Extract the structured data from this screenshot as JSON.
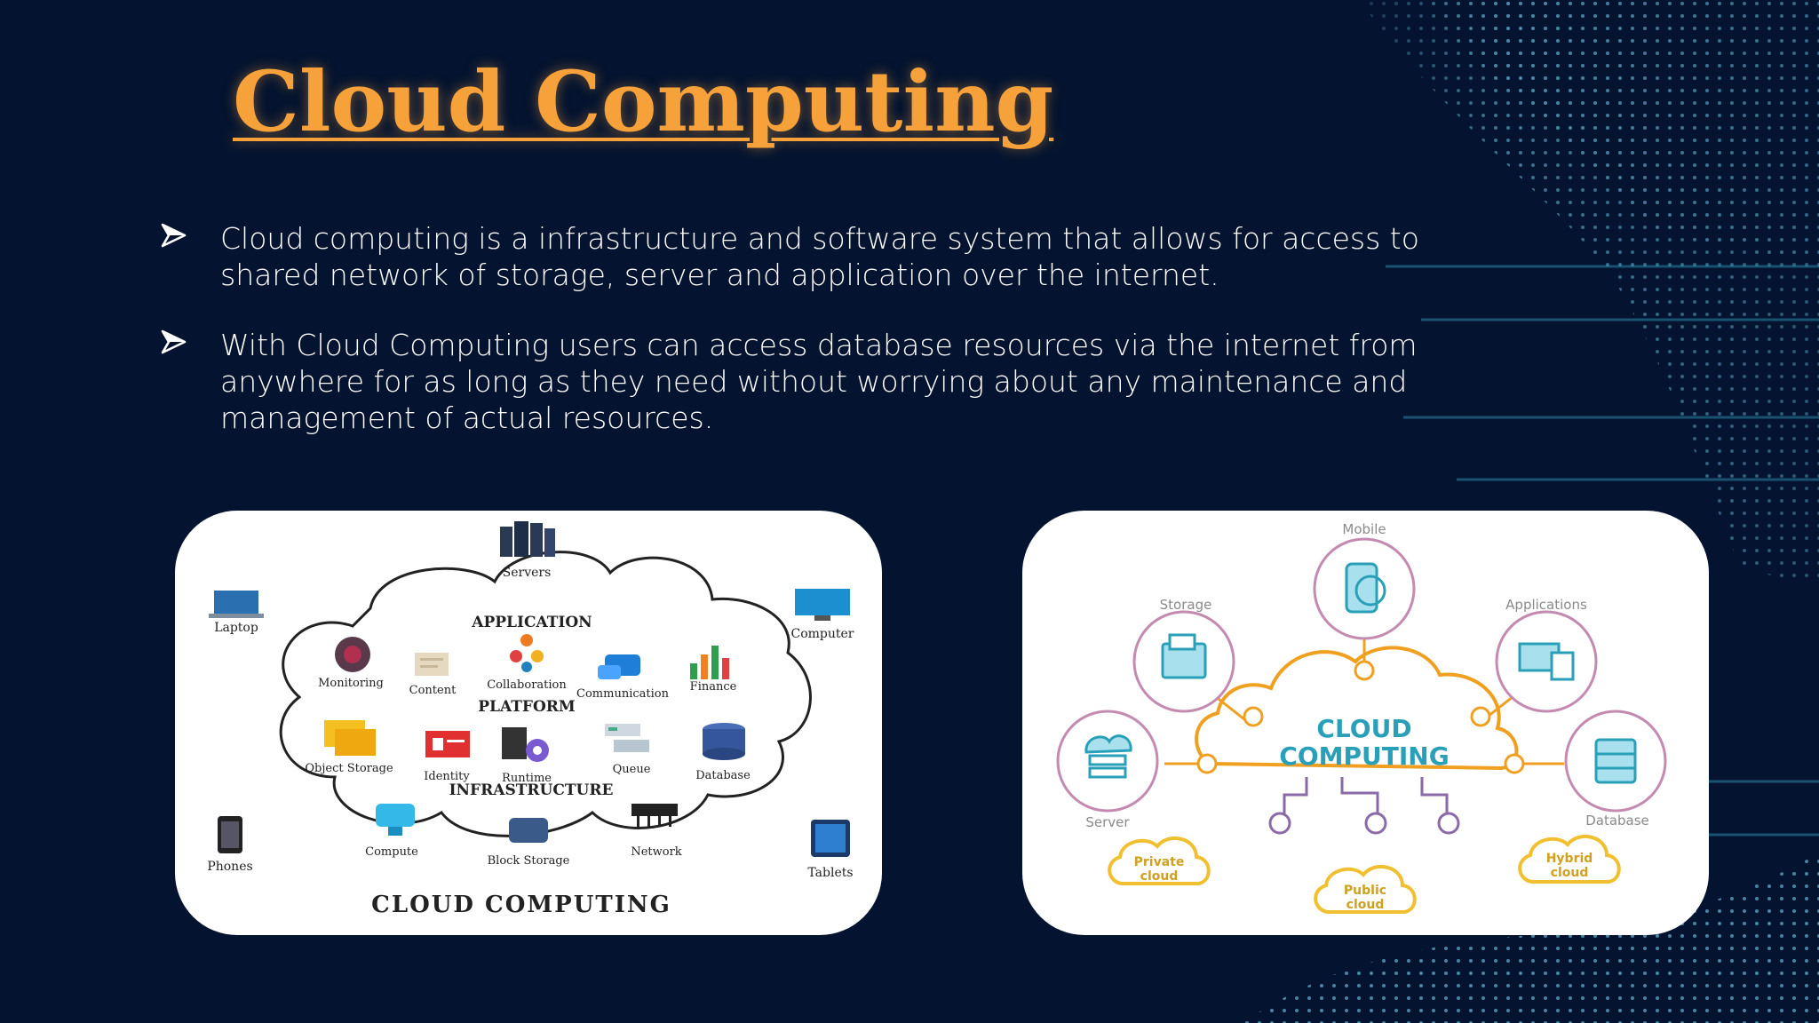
{
  "slide": {
    "title": "Cloud Computing",
    "bullets": [
      "Cloud computing is a infrastructure and software system that allows for access to shared network of storage, server and application over the internet.",
      "With Cloud Computing users can access database resources via the internet from anywhere for as long as they need without worrying about any maintenance and management of actual resources."
    ],
    "colors": {
      "background": "#04132f",
      "title": "#f6a13a",
      "text": "#ffffff",
      "diagram_accent": "#f0a020"
    }
  },
  "left_diagram": {
    "devices": {
      "servers": "Servers",
      "laptop": "Laptop",
      "computer": "Computer",
      "phones": "Phones",
      "tablets": "Tablets"
    },
    "sections": {
      "application": "APPLICATION",
      "platform": "PLATFORM",
      "infrastructure": "INFRASTRUCTURE"
    },
    "items": {
      "monitoring": "Monitoring",
      "content": "Content",
      "collaboration": "Collaboration",
      "communication": "Communication",
      "finance": "Finance",
      "object_storage": "Object Storage",
      "identity": "Identity",
      "runtime": "Runtime",
      "queue": "Queue",
      "database": "Database",
      "compute": "Compute",
      "block_storage": "Block Storage",
      "network": "Network"
    },
    "caption": "CLOUD COMPUTING"
  },
  "right_diagram": {
    "center_line1": "CLOUD",
    "center_line2": "COMPUTING",
    "nodes": {
      "mobile": "Mobile",
      "storage": "Storage",
      "applications": "Applications",
      "server": "Server",
      "database": "Database"
    },
    "clouds": {
      "private_1": "Private",
      "private_2": "cloud",
      "public_1": "Public",
      "public_2": "cloud",
      "hybrid_1": "Hybrid",
      "hybrid_2": "cloud"
    }
  }
}
